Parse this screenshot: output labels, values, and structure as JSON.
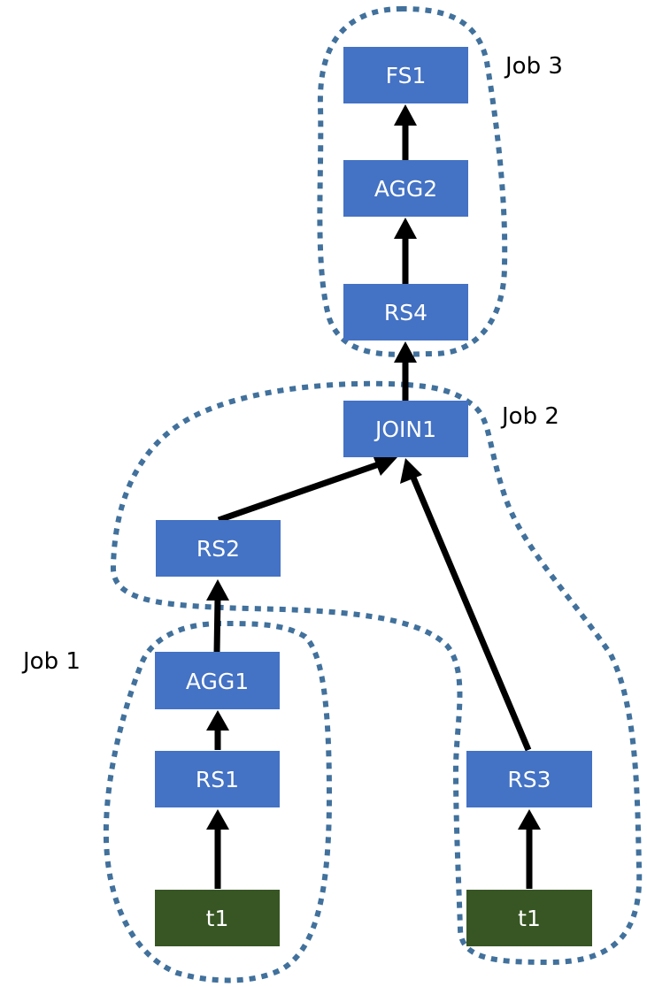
{
  "diagram": {
    "title": "Job execution plan",
    "colors": {
      "operator": "#4472c4",
      "table": "#375623",
      "boundary": "#41719c",
      "edge": "#000000",
      "node_text": "#ffffff"
    },
    "nodes": [
      {
        "id": "FS1",
        "label": "FS1",
        "kind": "operator"
      },
      {
        "id": "AGG2",
        "label": "AGG2",
        "kind": "operator"
      },
      {
        "id": "RS4",
        "label": "RS4",
        "kind": "operator"
      },
      {
        "id": "JOIN1",
        "label": "JOIN1",
        "kind": "operator"
      },
      {
        "id": "RS2",
        "label": "RS2",
        "kind": "operator"
      },
      {
        "id": "AGG1",
        "label": "AGG1",
        "kind": "operator"
      },
      {
        "id": "RS1",
        "label": "RS1",
        "kind": "operator"
      },
      {
        "id": "t1a",
        "label": "t1",
        "kind": "table"
      },
      {
        "id": "RS3",
        "label": "RS3",
        "kind": "operator"
      },
      {
        "id": "t1b",
        "label": "t1",
        "kind": "table"
      }
    ],
    "edges": [
      {
        "from": "AGG2",
        "to": "FS1"
      },
      {
        "from": "RS4",
        "to": "AGG2"
      },
      {
        "from": "JOIN1",
        "to": "RS4"
      },
      {
        "from": "RS2",
        "to": "JOIN1"
      },
      {
        "from": "RS3",
        "to": "JOIN1"
      },
      {
        "from": "AGG1",
        "to": "RS2"
      },
      {
        "from": "RS1",
        "to": "AGG1"
      },
      {
        "from": "t1a",
        "to": "RS1"
      },
      {
        "from": "t1b",
        "to": "RS3"
      }
    ],
    "jobs": [
      {
        "id": "job3",
        "label": "Job 3",
        "members": [
          "FS1",
          "AGG2",
          "RS4"
        ]
      },
      {
        "id": "job2",
        "label": "Job 2",
        "members": [
          "JOIN1",
          "RS2",
          "RS3",
          "t1b"
        ]
      },
      {
        "id": "job1",
        "label": "Job 1",
        "members": [
          "AGG1",
          "RS1",
          "t1a"
        ]
      }
    ]
  }
}
